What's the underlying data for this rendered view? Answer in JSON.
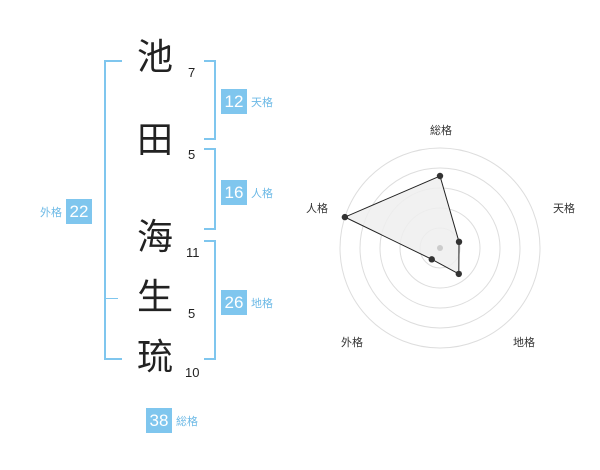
{
  "name_chars": [
    {
      "char": "池",
      "strokes": "7"
    },
    {
      "char": "田",
      "strokes": "5"
    },
    {
      "char": "海",
      "strokes": "11"
    },
    {
      "char": "生",
      "strokes": "5"
    },
    {
      "char": "琉",
      "strokes": "10"
    }
  ],
  "fortunes": {
    "tenkaku": {
      "value": "12",
      "label": "天格"
    },
    "jinkaku": {
      "value": "16",
      "label": "人格"
    },
    "chikaku": {
      "value": "26",
      "label": "地格"
    },
    "gaikaku": {
      "value": "22",
      "label": "外格"
    },
    "soukaku": {
      "value": "38",
      "label": "総格"
    }
  },
  "radar": {
    "axes": [
      "総格",
      "天格",
      "地格",
      "外格",
      "人格"
    ],
    "levels": 5,
    "values": [
      3.6,
      1.0,
      1.6,
      0.7,
      5.0
    ],
    "colors": {
      "accent": "#7fc6ee",
      "fill": "#eeeeee",
      "line": "#222222"
    }
  }
}
